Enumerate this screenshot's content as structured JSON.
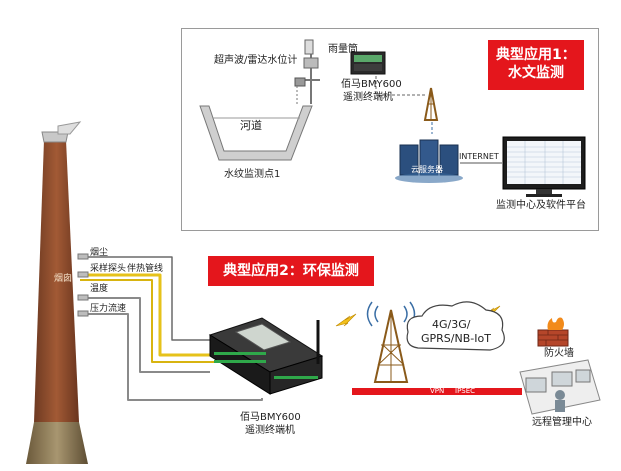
{
  "hydro": {
    "title_line1": "典型应用1：",
    "title_line2": "水文监测",
    "rain_gauge": "雨量筒",
    "level_meter": "超声波/雷达水位计",
    "rtu_line1": "佰马BMY600",
    "rtu_line2": "遥测终端机",
    "river": "河道",
    "station": "水纹监测点1",
    "cloud": "云服务器",
    "internet": "INTERNET",
    "monitor_center": "监测中心及软件平台"
  },
  "env": {
    "title": "典型应用2：环保监测",
    "chimney_label": "烟囱",
    "sensors": [
      "烟尘",
      "采样探头",
      "伴热管线",
      "温度",
      "压力流速"
    ],
    "rtu_line1": "佰马BMY600",
    "rtu_line2": "遥测终端机",
    "network": [
      "4G/3G/",
      "GPRS/NB-IoT"
    ],
    "vpn_label": "VPN",
    "ipsec_label": "IPSEC",
    "firewall": "防火墙",
    "remote_center": "远程管理中心"
  },
  "colors": {
    "accent_red": "#e4161c",
    "yellow_line": "#e6c21a",
    "pipe_gray": "#8a8a8a",
    "chimney": "#8b4a2b"
  }
}
